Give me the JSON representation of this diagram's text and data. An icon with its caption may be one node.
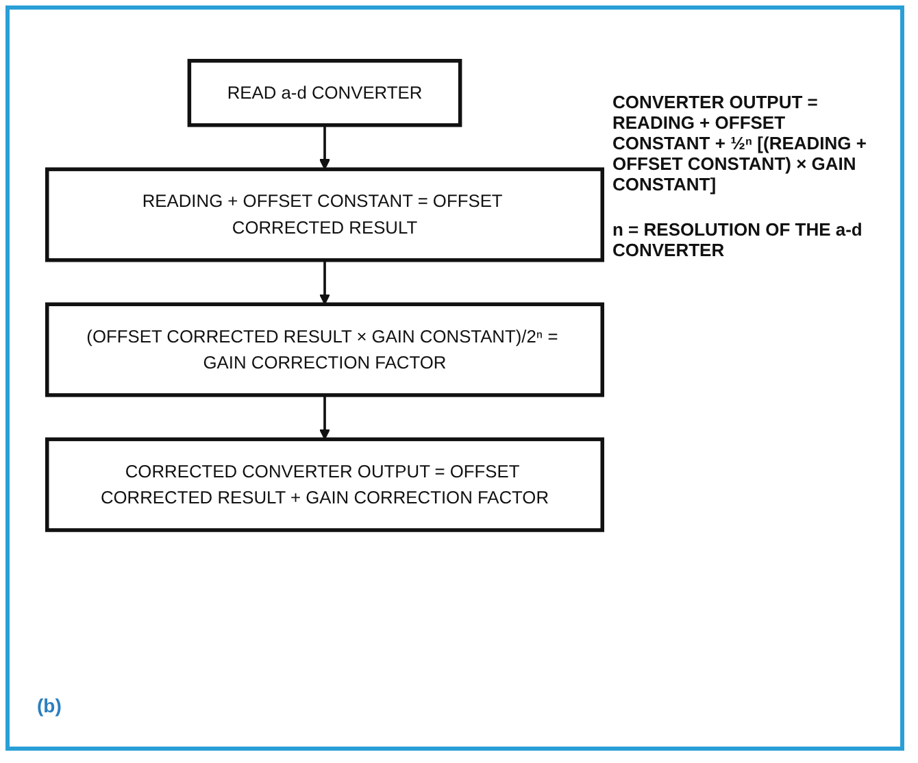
{
  "diagram": {
    "nodes": [
      {
        "text": [
          "READ a-d CONVERTER"
        ]
      },
      {
        "text": [
          "READING + OFFSET CONSTANT = OFFSET CORRECTED RESULT"
        ]
      },
      {
        "text": [
          "(OFFSET CORRECTED RESULT × GAIN CONSTANT)/2ⁿ = GAIN CORRECTION FACTOR"
        ]
      },
      {
        "text": [
          "CORRECTED CONVERTER OUTPUT = OFFSET CORRECTED RESULT + GAIN CORRECTION FACTOR"
        ]
      }
    ],
    "edges": [
      {
        "from": 0,
        "to": 1,
        "arrow": "to"
      },
      {
        "from": 1,
        "to": 2,
        "arrow": "to"
      },
      {
        "from": 2,
        "to": 3,
        "arrow": "to"
      }
    ],
    "labels": [
      "CONVERTER OUTPUT = READING + OFFSET CONSTANT + ½ⁿ [(READING + OFFSET CONSTANT) × GAIN CONSTANT]",
      "n = RESOLUTION OF THE a-d CONVERTER",
      "(b)"
    ]
  }
}
